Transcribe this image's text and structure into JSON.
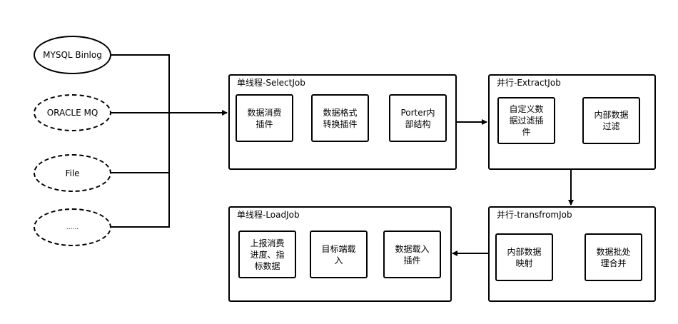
{
  "sources": [
    {
      "label": "MYSQL Binlog",
      "style": "solid"
    },
    {
      "label": "ORACLE MQ",
      "style": "dashed"
    },
    {
      "label": "File",
      "style": "dashed"
    },
    {
      "label": "......",
      "style": "dashed"
    }
  ],
  "stages": {
    "select": {
      "title": "单线程-SelectJob",
      "steps": [
        "数据消费\n插件",
        "数据格式\n转换插件",
        "Porter内\n部结构"
      ]
    },
    "extract": {
      "title": "并行-ExtractJob",
      "steps": [
        "自定义数\n据过滤插\n件",
        "内部数据\n过滤"
      ]
    },
    "transform": {
      "title": "并行-transfromJob",
      "steps": [
        "内部数据\n映射",
        "数据批处\n理合并"
      ]
    },
    "load": {
      "title": "单线程-LoadJob",
      "steps": [
        "数据载入\n插件",
        "目标端载\n入",
        "上报消费\n进度、指\n标数据"
      ]
    }
  },
  "colors": {
    "stroke": "#000000",
    "background": "#ffffff"
  }
}
